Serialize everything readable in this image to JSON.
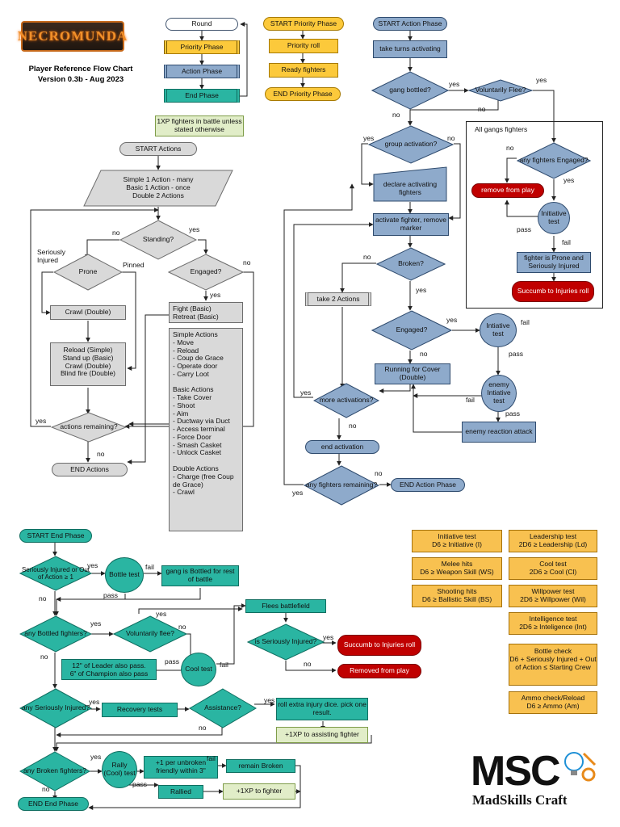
{
  "header": {
    "logo_text": "NECROMUNDA",
    "title_line1": "Player Reference Flow Chart",
    "title_line2": "Version 0.3b - Aug 2023"
  },
  "round": {
    "round": "Round",
    "priority_phase": "Priority Phase",
    "action_phase": "Action Phase",
    "end_phase": "End Phase",
    "xp_note": "1XP fighters in battle unless stated otherwise"
  },
  "priority": {
    "start": "START Priority Phase",
    "roll": "Priority roll",
    "ready": "Ready fighters",
    "end": "END Priority Phase"
  },
  "actions": {
    "start": "START Actions",
    "allowance": "Simple 1 Action - many\nBasic 1 Action - once\nDouble 2 Actions",
    "standing": "Standing?",
    "seriously_injured": "Seriously Injured",
    "pinned": "Pinned",
    "prone": "Prone",
    "engaged": "Engaged?",
    "crawl": "Crawl (Double)",
    "fight": "Fight (Basic)\nRetreat (Basic)",
    "prone_actions": "Reload (Simple)\nStand up (Basic)\nCrawl (Double)\nBlind fire (Double)",
    "action_list": "Simple Actions\n- Move\n- Reload\n- Coup de Grace\n- Operate door\n- Carry Loot\n\nBasic Actions\n- Take Cover\n- Shoot\n- Aim\n- Ductway via Duct\n- Access terminal\n- Force Door\n- Smash Casket\n- Unlock Casket\n\nDouble Actions\n- Charge (free Coup de Grace)\n- Crawl",
    "remaining": "actions remaining?",
    "end": "END Actions"
  },
  "action_phase": {
    "start": "START Action Phase",
    "take_turns": "take turns activating",
    "gang_bottled": "gang bottled?",
    "voluntarily_flee": "Voluntarily Flee?",
    "group_activation": "group activation?",
    "declare": "declare activating fighters",
    "activate": "activate fighter, remove marker",
    "broken": "Broken?",
    "take2": "take 2 Actions",
    "engaged": "Engaged?",
    "running": "Running for Cover (Double)",
    "initiative": "Intiative test",
    "enemy_initiative": "enemy Intiative test",
    "enemy_reaction": "enemy reaction attack",
    "more": "more activations?",
    "end_activation": "end activation",
    "any_remaining": "any fighters remaining?",
    "end": "END Action Phase"
  },
  "all_gangs": {
    "title": "All gangs fighters",
    "any_engaged": "any fighters Engaged?",
    "remove": "remove from play",
    "initiative": "Initiative test",
    "prone_si": "fighter is Prone and Seriously Injured",
    "succumb": "Succumb to Injuries roll"
  },
  "end_phase": {
    "start": "START End Phase",
    "si_ooa": "Seriously Injured or Out of Action ≥ 1",
    "bottle_test": "Bottle test",
    "is_bottled": "gang is Bottled for rest of battle",
    "any_bottled": "any Bottled fighters?",
    "vol_flee": "Voluntarily flee?",
    "cool_test": "Cool test",
    "flees": "Flees battlefield",
    "is_si": "is Seriously Injured?",
    "succumb": "Succumb to Injuries roll",
    "removed": "Removed from play",
    "leader_note": "12\" of Leader also pass.\n6\" of Champion also pass",
    "any_si": "any Seriously Injured?",
    "recovery": "Recovery tests",
    "assistance": "Assistance?",
    "extra_dice": "roll extra injury dice. pick one result.",
    "xp_assist": "+1XP to assisting fighter",
    "any_broken": "any Broken fighters?",
    "rally": "Rally (Cool) test",
    "plus_one": "+1 per unbroken friendly within 3\"",
    "remain_broken": "remain Broken",
    "rallied": "Rallied",
    "xp_fighter": "+1XP to fighter",
    "end": "END End Phase"
  },
  "tests": [
    {
      "name": "Initiative test",
      "rule": "D6 ≥ Initiative (I)"
    },
    {
      "name": "Melee hits",
      "rule": "D6 ≥ Weapon Skill (WS)"
    },
    {
      "name": "Shooting hits",
      "rule": "D6 ≥ Ballistic Skill (BS)"
    },
    {
      "name": "Leadership test",
      "rule": "2D6 ≥ Leadership (Ld)"
    },
    {
      "name": "Cool test",
      "rule": "2D6 ≥ Cool (Cl)"
    },
    {
      "name": "Willpower test",
      "rule": "2D6 ≥ Willpower (Wil)"
    },
    {
      "name": "Intelligence test",
      "rule": "2D6 ≥ Inteligence (Int)"
    },
    {
      "name": "Bottle check",
      "rule": "D6 + Seriously Injured + Out of Action ≤ Starting Crew"
    },
    {
      "name": "Ammo check/Reload",
      "rule": "D6 ≥ Ammo (Am)"
    }
  ],
  "labels": {
    "yes": "yes",
    "no": "no",
    "fail": "fail",
    "pass": "pass"
  },
  "brand": {
    "big": "MSC",
    "small": "MadSkills Craft"
  },
  "colors": {
    "blue": "#8eaacb",
    "teal": "#2ab5a2",
    "yellow": "#fcc93b",
    "red": "#c00000",
    "green": "#e1edc8",
    "gray": "#d9d9d9"
  }
}
